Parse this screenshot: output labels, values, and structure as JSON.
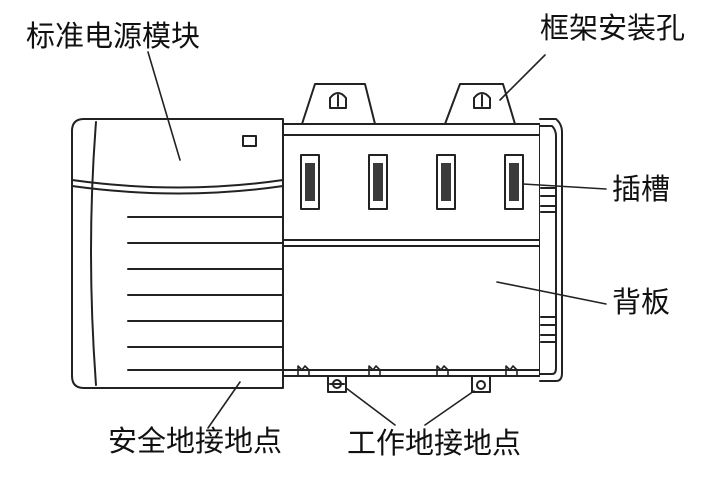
{
  "labels": {
    "power_module": "标准电源模块",
    "mount_holes": "框架安装孔",
    "slots": "插槽",
    "backplane": "背板",
    "safety_ground": "安全地接地点",
    "work_ground": "工作地接地点"
  },
  "colors": {
    "stroke": "#222222",
    "fill": "#ffffff",
    "slot_fill": "#3a3a3a"
  }
}
